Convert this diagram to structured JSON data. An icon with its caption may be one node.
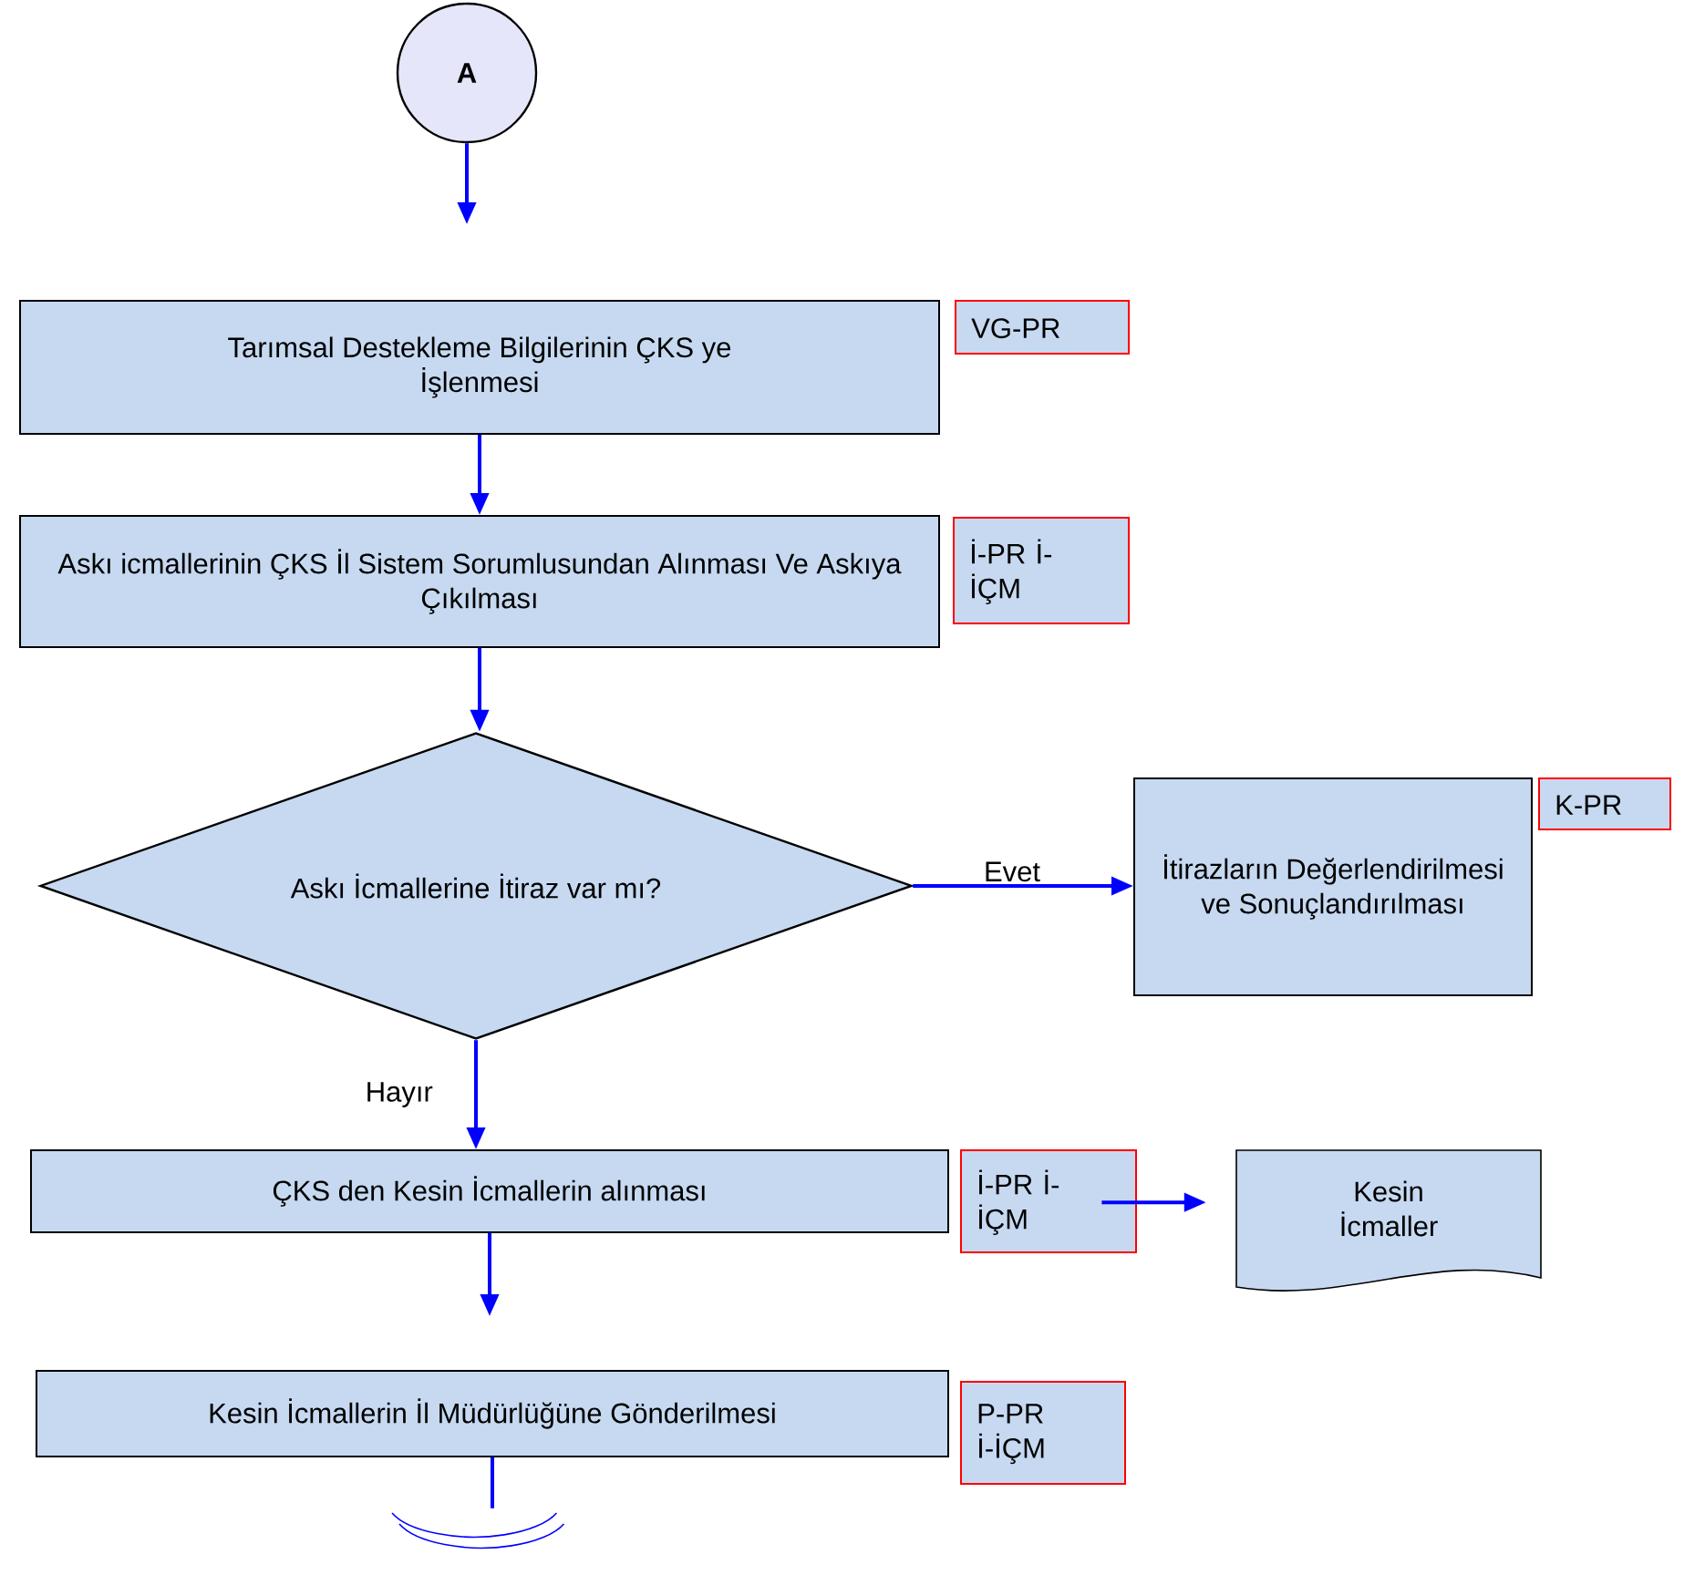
{
  "diagram": {
    "nodes": [
      {
        "text": [
          "A"
        ]
      },
      {
        "text": [
          "Tarımsal Destekleme Bilgilerinin ÇKS ye İşlenmesi"
        ]
      },
      {
        "text": [
          "VG-PR"
        ]
      },
      {
        "text": [
          "Askı icmallerinin ÇKS İl Sistem Sorumlusundan Alınması Ve Askıya Çıkılması"
        ]
      },
      {
        "text": [
          "İ-PR İ-İÇM"
        ]
      },
      {
        "text": [
          "Askı İcmallerine İtiraz var mı?"
        ]
      },
      {
        "text": [
          "İtirazların Değerlendirilmesi ve Sonuçlandırılması"
        ]
      },
      {
        "text": [
          "K-PR"
        ]
      },
      {
        "text": [
          "ÇKS den Kesin İcmallerin alınması"
        ]
      },
      {
        "text": [
          "İ-PR İ-İÇM"
        ]
      },
      {
        "text": [
          "Kesin İcmaller"
        ]
      },
      {
        "text": [
          "Kesin İcmallerin İl Müdürlüğüne  Gönderilmesi"
        ]
      },
      {
        "text": [
          "P-PR İ-İÇM"
        ]
      },
      {
        "text": [],
        "shape": "arc"
      }
    ],
    "edges": [
      {
        "from": 0,
        "to": null,
        "arrow": "to"
      },
      {
        "from": 1,
        "to": 3,
        "arrow": "to"
      },
      {
        "from": 3,
        "to": 5,
        "arrow": "to"
      },
      {
        "from": 5,
        "to": 6,
        "arrow": "to",
        "label": "Evet"
      },
      {
        "from": 5,
        "to": 8,
        "arrow": "to",
        "label": "Hayır"
      },
      {
        "from": 8,
        "to": null,
        "arrow": "to"
      },
      {
        "from": 9,
        "to": 10,
        "arrow": "to"
      },
      {
        "from": 11,
        "to": 13,
        "arrow": "none"
      }
    ]
  }
}
